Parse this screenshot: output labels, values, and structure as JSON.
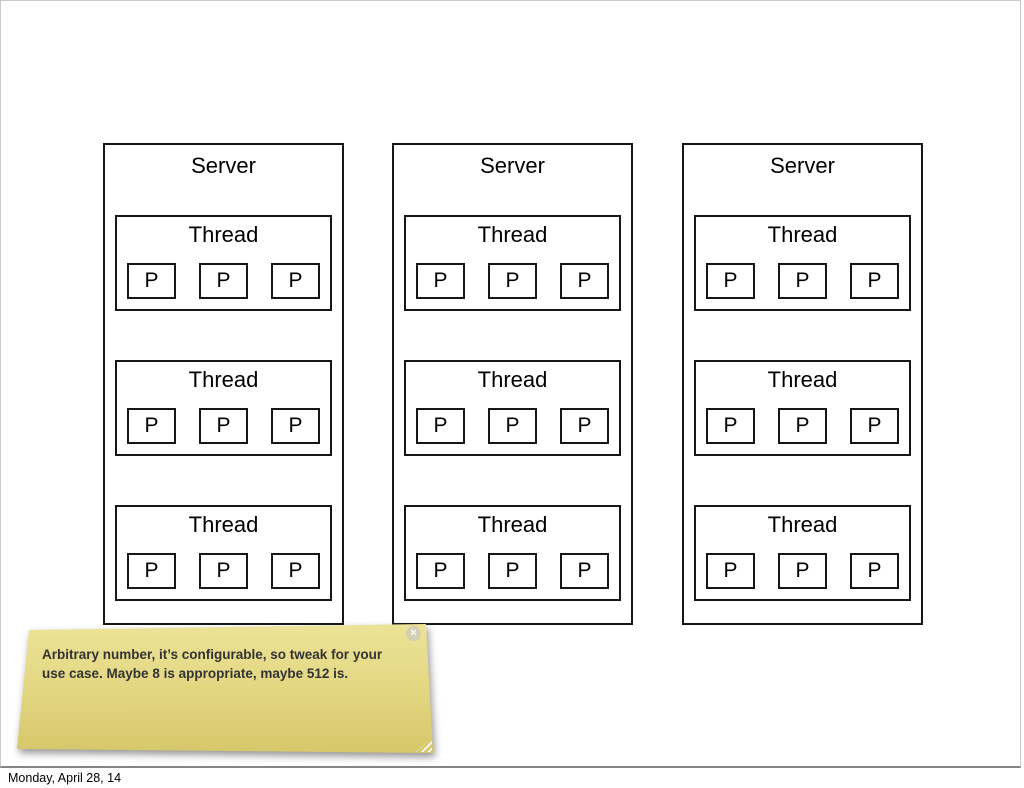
{
  "slide": {
    "servers": [
      {
        "title": "Server",
        "threads": [
          {
            "title": "Thread",
            "processes": [
              "P",
              "P",
              "P"
            ]
          },
          {
            "title": "Thread",
            "processes": [
              "P",
              "P",
              "P"
            ]
          },
          {
            "title": "Thread",
            "processes": [
              "P",
              "P",
              "P"
            ]
          }
        ]
      },
      {
        "title": "Server",
        "threads": [
          {
            "title": "Thread",
            "processes": [
              "P",
              "P",
              "P"
            ]
          },
          {
            "title": "Thread",
            "processes": [
              "P",
              "P",
              "P"
            ]
          },
          {
            "title": "Thread",
            "processes": [
              "P",
              "P",
              "P"
            ]
          }
        ]
      },
      {
        "title": "Server",
        "threads": [
          {
            "title": "Thread",
            "processes": [
              "P",
              "P",
              "P"
            ]
          },
          {
            "title": "Thread",
            "processes": [
              "P",
              "P",
              "P"
            ]
          },
          {
            "title": "Thread",
            "processes": [
              "P",
              "P",
              "P"
            ]
          }
        ]
      }
    ]
  },
  "sticky_note": {
    "text": "Arbitrary number, it’s configurable, so tweak for your use case. Maybe 8 is appropriate, maybe 512 is.",
    "close_icon": "×"
  },
  "footer": {
    "date": "Monday, April 28, 14"
  },
  "colors": {
    "box_border": "#161616",
    "note_top": "#ede49a",
    "note_bottom": "#d5c568",
    "slide_bottom_edge": "#858585",
    "note_text": "#333333"
  }
}
